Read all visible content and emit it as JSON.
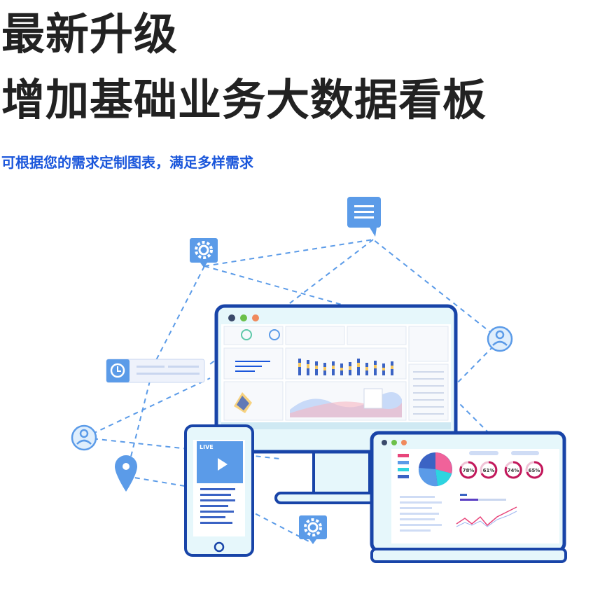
{
  "headline": {
    "line1": "最新升级",
    "line2": "增加基础业务大数据看板",
    "subtitle": "可根据您的需求定制图表，满足多样需求"
  },
  "illustration": {
    "phone": {
      "live_label": "LIVE"
    },
    "laptop": {
      "gauges": [
        "78%",
        "61%",
        "74%",
        "65%"
      ]
    },
    "colors": {
      "accent": "#1a56db",
      "frame": "#1844a8",
      "light": "#5b9be8",
      "panel": "#e6f7fb"
    }
  }
}
